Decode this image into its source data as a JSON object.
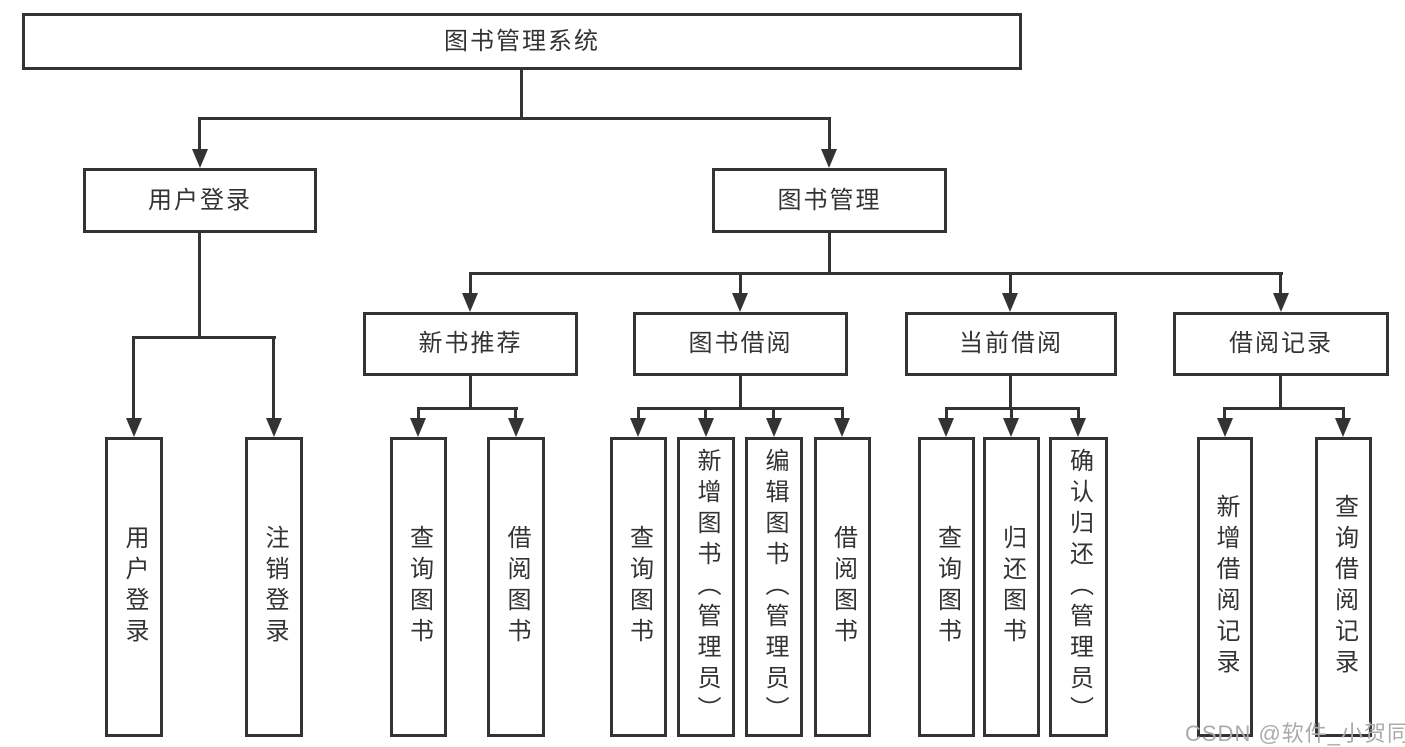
{
  "diagram_title": "图书管理系统",
  "nodes": {
    "root": "图书管理系统",
    "user_login": "用户登录",
    "book_mgmt": "图书管理",
    "new_book": "新书推荐",
    "book_borrow": "图书借阅",
    "current_borrow": "当前借阅",
    "borrow_record": "借阅记录",
    "leaf_user_login": "用户登录",
    "leaf_logout": "注销登录",
    "leaf_nb_query": "查询图书",
    "leaf_nb_borrow": "借阅图书",
    "leaf_bb_query": "查询图书",
    "leaf_bb_add": "新增图书（管理员）",
    "leaf_bb_edit": "编辑图书（管理员）",
    "leaf_bb_borrow": "借阅图书",
    "leaf_cb_query": "查询图书",
    "leaf_cb_return": "归还图书",
    "leaf_cb_confirm": "确认归还（管理员）",
    "leaf_br_add": "新增借阅记录",
    "leaf_br_query": "查询借阅记录"
  },
  "watermark": "CSDN @软件_小贺同学",
  "colors": {
    "line": "#333333",
    "text": "#333333",
    "background": "#ffffff",
    "watermark": "#ababab"
  }
}
